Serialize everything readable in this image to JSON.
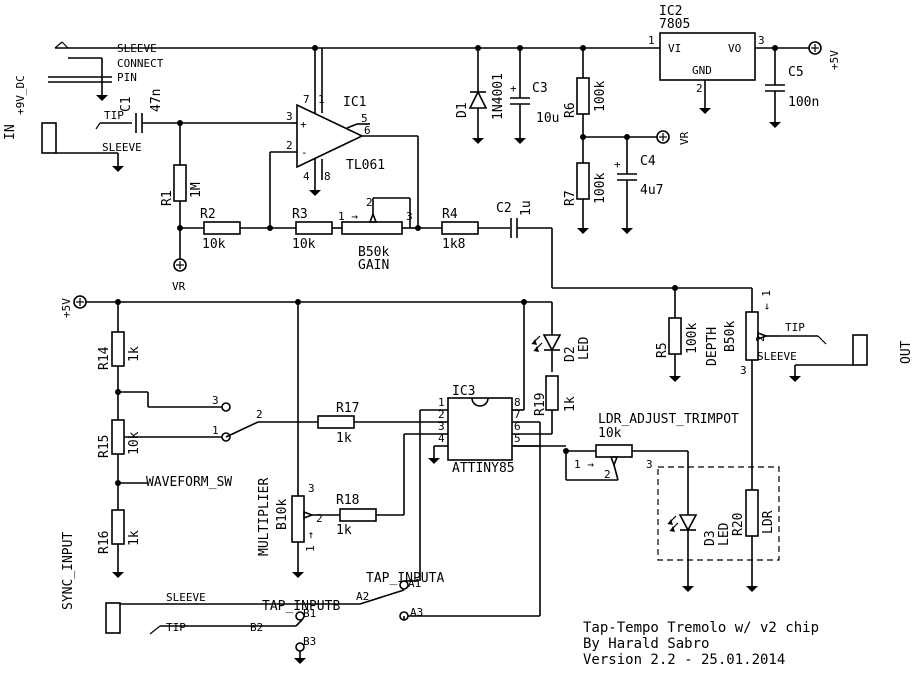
{
  "title": {
    "line1": "Tap-Tempo Tremolo w/ v2 chip",
    "line2": "By Harald Sabro",
    "line3": "Version 2.2 - 25.01.2014"
  },
  "supply": {
    "jack_label": "+9V_DC",
    "sleeve": "SLEEVE",
    "connect": "CONNECT",
    "pin": "PIN"
  },
  "input": {
    "label": "IN",
    "tip": "TIP",
    "sleeve": "SLEEVE"
  },
  "output": {
    "label": "OUT",
    "tip": "TIP",
    "sleeve": "SLEEVE"
  },
  "rails": {
    "plus5": "+5V",
    "vr": "VR"
  },
  "components": {
    "c1": {
      "ref": "C1",
      "value": "47n"
    },
    "c2": {
      "ref": "C2",
      "value": "1u"
    },
    "c3": {
      "ref": "C3",
      "value": "10u"
    },
    "c4": {
      "ref": "C4",
      "value": "4u7"
    },
    "c5": {
      "ref": "C5",
      "value": "100n"
    },
    "d1": {
      "ref": "D1",
      "value": "1N4001"
    },
    "d2": {
      "ref": "D2",
      "value": "LED"
    },
    "d3": {
      "ref": "D3",
      "value": "LED"
    },
    "r1": {
      "ref": "R1",
      "value": "1M"
    },
    "r2": {
      "ref": "R2",
      "value": "10k"
    },
    "r3": {
      "ref": "R3",
      "value": "10k"
    },
    "r4": {
      "ref": "R4",
      "value": "1k8"
    },
    "r5": {
      "ref": "R5",
      "value": "100k"
    },
    "r6": {
      "ref": "R6",
      "value": "100k"
    },
    "r7": {
      "ref": "R7",
      "value": "100k"
    },
    "r14": {
      "ref": "R14",
      "value": "1k"
    },
    "r15": {
      "ref": "R15",
      "value": "10k"
    },
    "r16": {
      "ref": "R16",
      "value": "1k"
    },
    "r17": {
      "ref": "R17",
      "value": "1k"
    },
    "r18": {
      "ref": "R18",
      "value": "1k"
    },
    "r19": {
      "ref": "R19",
      "value": "1k"
    },
    "r20": {
      "ref": "R20",
      "value": "LDR"
    },
    "gain": {
      "ref": "B50k",
      "value": "GAIN"
    },
    "depth": {
      "ref": "DEPTH",
      "value": "B50k"
    },
    "mult": {
      "ref": "MULTIPLIER",
      "value": "B10k"
    },
    "ldr_trim": {
      "ref": "LDR_ADJUST_TRIMPOT",
      "value": "10k"
    },
    "ic1": {
      "ref": "IC1",
      "value": "TL061"
    },
    "ic2": {
      "ref": "IC2",
      "value": "7805",
      "vi": "VI",
      "vo": "VO",
      "gnd": "GND"
    },
    "ic3": {
      "ref": "IC3",
      "value": "ATTINY85"
    },
    "waveform": "WAVEFORM_SW",
    "sync": "SYNC_INPUT",
    "tap_a": "TAP_INPUTA",
    "tap_b": "TAP_INPUTB",
    "sync_sleeve": "SLEEVE",
    "sync_tip": "TIP"
  },
  "pins": {
    "p1": "1",
    "p2": "2",
    "p3": "3",
    "p4": "4",
    "p5": "5",
    "p6": "6",
    "p7": "7",
    "p8": "8",
    "a1": "A1",
    "a2": "A2",
    "a3": "A3",
    "b1": "B1",
    "b2": "B2",
    "b3": "B3",
    "plus": "+",
    "minus": "-",
    "arrow1": "1 →",
    "arrow1b": "← 1",
    "arrow1up": "1 →"
  }
}
